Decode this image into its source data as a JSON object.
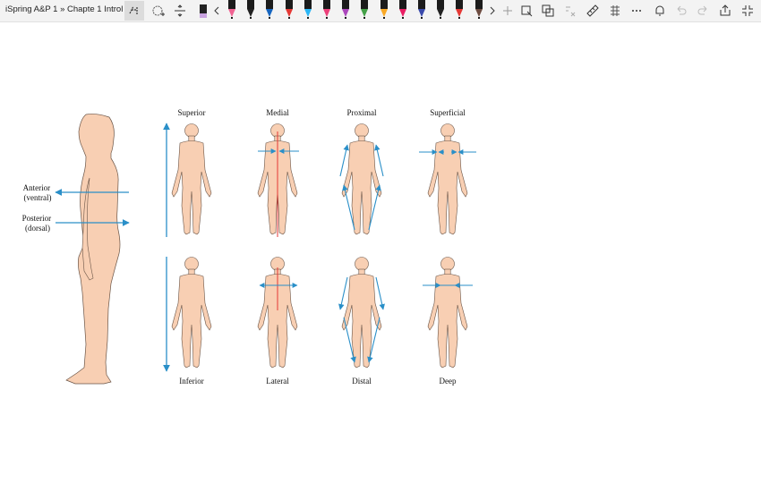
{
  "breadcrumb": "iSpring A&P 1 » Chapte 1 Introl",
  "toolbar": {
    "pen_colors": [
      "#f06292",
      "#212121",
      "#1565c0",
      "#e53935",
      "#29b6f6",
      "#ec407a",
      "#ab47bc",
      "#43a047",
      "#f9a825",
      "#e91e63",
      "#3949ab",
      "#212121",
      "#e53935",
      "#6d4c41"
    ],
    "icons": [
      "lasso-select-icon",
      "add-shape-icon",
      "insert-space-icon",
      "eraser-icon",
      "prev-pens-icon",
      "next-pens-icon",
      "add-pen-icon",
      "touch-writing-icon",
      "shape-convert-icon",
      "math-convert-icon",
      "ruler-icon",
      "ink-replay-icon",
      "more-icon",
      "notifications-icon",
      "undo-icon",
      "redo-icon",
      "share-icon",
      "collapse-icon"
    ]
  },
  "diagram": {
    "side_labels": {
      "anterior": [
        "Anterior",
        "(ventral)"
      ],
      "posterior": [
        "Posterior",
        "(dorsal)"
      ]
    },
    "top_labels": [
      "Superior",
      "Medial",
      "Proximal",
      "Superficial"
    ],
    "bottom_labels": [
      "Inferior",
      "Lateral",
      "Distal",
      "Deep"
    ]
  }
}
